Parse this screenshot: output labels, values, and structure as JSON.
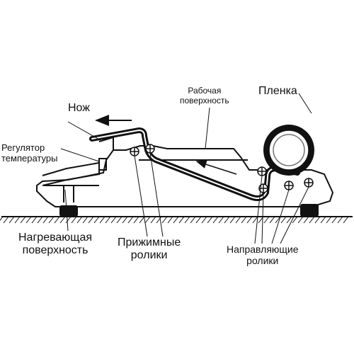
{
  "labels": {
    "knife": "Нож",
    "temp_regulator": [
      "Регулятор",
      "температуры"
    ],
    "work_surface": [
      "Рабочая",
      "поверхность"
    ],
    "film": "Пленка",
    "heating_surface": [
      "Нагревающая",
      "поверхность"
    ],
    "pressure_rollers": [
      "Прижимные",
      "ролики"
    ],
    "guide_rollers": [
      "Направляющие",
      "ролики"
    ]
  }
}
